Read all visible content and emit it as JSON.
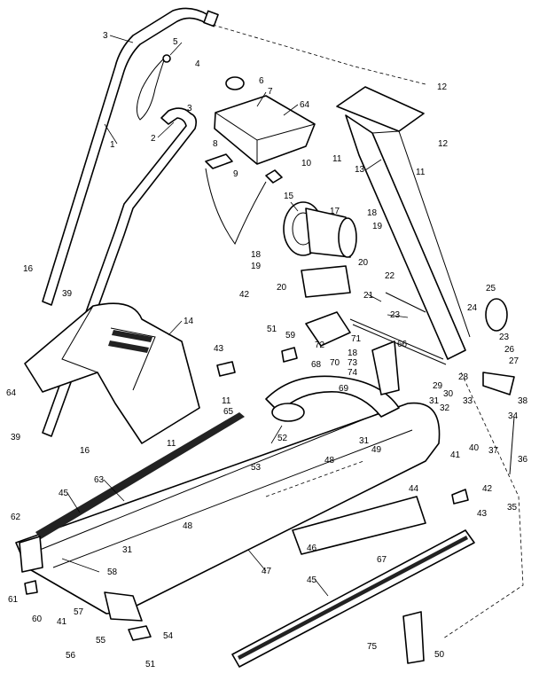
{
  "labels": [
    {
      "id": "1",
      "text": "1"
    },
    {
      "id": "2",
      "text": "2"
    },
    {
      "id": "3a",
      "text": "3"
    },
    {
      "id": "3b",
      "text": "3"
    },
    {
      "id": "4",
      "text": "4"
    },
    {
      "id": "5",
      "text": "5"
    },
    {
      "id": "6",
      "text": "6"
    },
    {
      "id": "7",
      "text": "7"
    },
    {
      "id": "8",
      "text": "8"
    },
    {
      "id": "9",
      "text": "9"
    },
    {
      "id": "10",
      "text": "10"
    },
    {
      "id": "11a",
      "text": "11"
    },
    {
      "id": "11b",
      "text": "11"
    },
    {
      "id": "11c",
      "text": "11"
    },
    {
      "id": "11d",
      "text": "11"
    },
    {
      "id": "12a",
      "text": "12"
    },
    {
      "id": "12b",
      "text": "12"
    },
    {
      "id": "13",
      "text": "13"
    },
    {
      "id": "14",
      "text": "14"
    },
    {
      "id": "15",
      "text": "15"
    },
    {
      "id": "16a",
      "text": "16"
    },
    {
      "id": "16b",
      "text": "16"
    },
    {
      "id": "17",
      "text": "17"
    },
    {
      "id": "18a",
      "text": "18"
    },
    {
      "id": "18b",
      "text": "18"
    },
    {
      "id": "18c",
      "text": "18"
    },
    {
      "id": "19a",
      "text": "19"
    },
    {
      "id": "19b",
      "text": "19"
    },
    {
      "id": "20a",
      "text": "20"
    },
    {
      "id": "20b",
      "text": "20"
    },
    {
      "id": "21",
      "text": "21"
    },
    {
      "id": "22",
      "text": "22"
    },
    {
      "id": "23a",
      "text": "23"
    },
    {
      "id": "23b",
      "text": "23"
    },
    {
      "id": "24",
      "text": "24"
    },
    {
      "id": "25",
      "text": "25"
    },
    {
      "id": "26",
      "text": "26"
    },
    {
      "id": "27",
      "text": "27"
    },
    {
      "id": "28",
      "text": "28"
    },
    {
      "id": "29",
      "text": "29"
    },
    {
      "id": "30",
      "text": "30"
    },
    {
      "id": "31a",
      "text": "31"
    },
    {
      "id": "31b",
      "text": "31"
    },
    {
      "id": "31c",
      "text": "31"
    },
    {
      "id": "32",
      "text": "32"
    },
    {
      "id": "33",
      "text": "33"
    },
    {
      "id": "34",
      "text": "34"
    },
    {
      "id": "35",
      "text": "35"
    },
    {
      "id": "36",
      "text": "36"
    },
    {
      "id": "37",
      "text": "37"
    },
    {
      "id": "38",
      "text": "38"
    },
    {
      "id": "39a",
      "text": "39"
    },
    {
      "id": "39b",
      "text": "39"
    },
    {
      "id": "40",
      "text": "40"
    },
    {
      "id": "41a",
      "text": "41"
    },
    {
      "id": "41b",
      "text": "41"
    },
    {
      "id": "42a",
      "text": "42"
    },
    {
      "id": "42b",
      "text": "42"
    },
    {
      "id": "43a",
      "text": "43"
    },
    {
      "id": "43b",
      "text": "43"
    },
    {
      "id": "44",
      "text": "44"
    },
    {
      "id": "45a",
      "text": "45"
    },
    {
      "id": "45b",
      "text": "45"
    },
    {
      "id": "46",
      "text": "46"
    },
    {
      "id": "47",
      "text": "47"
    },
    {
      "id": "48a",
      "text": "48"
    },
    {
      "id": "48b",
      "text": "48"
    },
    {
      "id": "49",
      "text": "49"
    },
    {
      "id": "50",
      "text": "50"
    },
    {
      "id": "51a",
      "text": "51"
    },
    {
      "id": "51b",
      "text": "51"
    },
    {
      "id": "52",
      "text": "52"
    },
    {
      "id": "53",
      "text": "53"
    },
    {
      "id": "54",
      "text": "54"
    },
    {
      "id": "55",
      "text": "55"
    },
    {
      "id": "56",
      "text": "56"
    },
    {
      "id": "57",
      "text": "57"
    },
    {
      "id": "58",
      "text": "58"
    },
    {
      "id": "59",
      "text": "59"
    },
    {
      "id": "60",
      "text": "60"
    },
    {
      "id": "61",
      "text": "61"
    },
    {
      "id": "62",
      "text": "62"
    },
    {
      "id": "63",
      "text": "63"
    },
    {
      "id": "64a",
      "text": "64"
    },
    {
      "id": "64b",
      "text": "64"
    },
    {
      "id": "65",
      "text": "65"
    },
    {
      "id": "66",
      "text": "66"
    },
    {
      "id": "67",
      "text": "67"
    },
    {
      "id": "68",
      "text": "68"
    },
    {
      "id": "69",
      "text": "69"
    },
    {
      "id": "70",
      "text": "70"
    },
    {
      "id": "71",
      "text": "71"
    },
    {
      "id": "72",
      "text": "72"
    },
    {
      "id": "73",
      "text": "73"
    },
    {
      "id": "74",
      "text": "74"
    },
    {
      "id": "75",
      "text": "75"
    }
  ]
}
